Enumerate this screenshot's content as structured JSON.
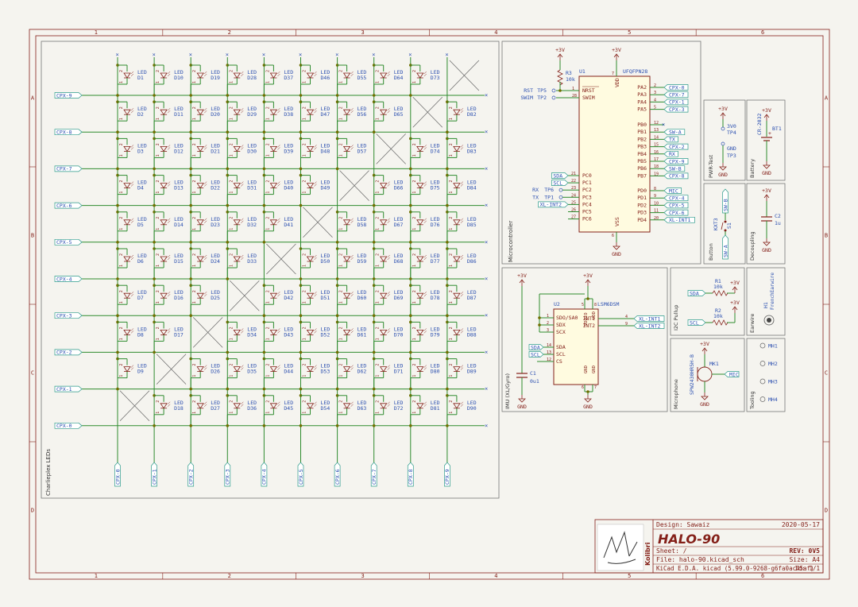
{
  "colors": {
    "border": "#842019",
    "wire": "#2e8b2e",
    "junction": "#6f6f00",
    "component": "#842019",
    "ref": "#1a6a6a",
    "label": "#2b4fb0",
    "net": "#2b9a8a",
    "background": "#f5f4ef"
  },
  "frame": {
    "cols": [
      "1",
      "2",
      "3",
      "4",
      "5",
      "6"
    ],
    "rows": [
      "A",
      "B",
      "C",
      "D"
    ]
  },
  "led_matrix": {
    "title": "Charlieplex LEDs",
    "row_nets": [
      "CPX-9",
      "CPX-8",
      "CPX-7",
      "CPX-6",
      "CPX-5",
      "CPX-4",
      "CPX-3",
      "CPX-2",
      "CPX-1",
      "CPX-0"
    ],
    "col_nets": [
      "CPX-0",
      "CPX-1",
      "CPX-2",
      "CPX-3",
      "CPX-4",
      "CPX-5",
      "CPX-6",
      "CPX-7",
      "CPX-8",
      "CPX-9"
    ],
    "led_value": "LED",
    "refs": [
      [
        "D1",
        "D10",
        "D19",
        "D28",
        "D37",
        "D46",
        "D55",
        "D64",
        "D73",
        ""
      ],
      [
        "D2",
        "D11",
        "D20",
        "D29",
        "D38",
        "D47",
        "D56",
        "D65",
        "",
        "D82"
      ],
      [
        "D3",
        "D12",
        "D21",
        "D30",
        "D39",
        "D48",
        "D57",
        "",
        "D74",
        "D83"
      ],
      [
        "D4",
        "D13",
        "D22",
        "D31",
        "D40",
        "D49",
        "",
        "D66",
        "D75",
        "D84"
      ],
      [
        "D5",
        "D14",
        "D23",
        "D32",
        "D41",
        "",
        "D58",
        "D67",
        "D76",
        "D85"
      ],
      [
        "D6",
        "D15",
        "D24",
        "D33",
        "",
        "D50",
        "D59",
        "D68",
        "D77",
        "D86"
      ],
      [
        "D7",
        "D16",
        "D25",
        "",
        "D42",
        "D51",
        "D60",
        "D69",
        "D78",
        "D87"
      ],
      [
        "D8",
        "D17",
        "",
        "D34",
        "D43",
        "D52",
        "D61",
        "D70",
        "D79",
        "D88"
      ],
      [
        "D9",
        "",
        "D26",
        "D35",
        "D44",
        "D53",
        "D62",
        "D71",
        "D80",
        "D89"
      ],
      [
        "",
        "D18",
        "D27",
        "D36",
        "D45",
        "D54",
        "D63",
        "D72",
        "D81",
        "D90"
      ]
    ]
  },
  "mcu": {
    "title": "Microcontroller",
    "ref": "U1",
    "part": "UFQFPN28",
    "power": "+3V",
    "gnd": "GND",
    "r3_ref": "R3",
    "r3_val": "10k",
    "vdd": "VDD",
    "vss": "VSS",
    "left_top": [
      {
        "name": "NRST",
        "num": "1",
        "net": "RST",
        "tp": "TP5"
      },
      {
        "name": "SWIM",
        "num": "28",
        "net": "SWIM",
        "tp": "TP2"
      }
    ],
    "left_bot": [
      {
        "name": "PC0",
        "num": "21",
        "net": "SDA"
      },
      {
        "name": "PC1",
        "num": "22",
        "net": "SCL"
      },
      {
        "name": "PC2",
        "num": "23",
        "net": "RX",
        "tp": "TP6"
      },
      {
        "name": "PC3",
        "num": "24",
        "net": "TX",
        "tp": "TP1"
      },
      {
        "name": "PC4",
        "num": "25",
        "net": "XL-INT2"
      },
      {
        "name": "PC5",
        "num": "26",
        "net": ""
      },
      {
        "name": "PC6",
        "num": "27",
        "net": ""
      }
    ],
    "right_a": [
      {
        "name": "PA2",
        "num": "2",
        "net": "CPX-0"
      },
      {
        "name": "PA3",
        "num": "3",
        "net": "CPX-7"
      },
      {
        "name": "PA4",
        "num": "4",
        "net": "CPX-1"
      },
      {
        "name": "PA5",
        "num": "5",
        "net": "CPX-3"
      }
    ],
    "right_b": [
      {
        "name": "PB0",
        "num": "12",
        "net": ""
      },
      {
        "name": "PB1",
        "num": "13",
        "net": "SW-A"
      },
      {
        "name": "PB2",
        "num": "14",
        "net": "TX"
      },
      {
        "name": "PB3",
        "num": "15",
        "net": "CPX-2"
      },
      {
        "name": "PB4",
        "num": "16",
        "net": "RX"
      },
      {
        "name": "PB5",
        "num": "17",
        "net": "CPX-9"
      },
      {
        "name": "PB6",
        "num": "18",
        "net": "SW-B"
      },
      {
        "name": "PB7",
        "num": "19",
        "net": "CPX-8"
      }
    ],
    "right_d": [
      {
        "name": "PD0",
        "num": "8",
        "net": "MIC"
      },
      {
        "name": "PD1",
        "num": "9",
        "net": "CPX-4"
      },
      {
        "name": "PD2",
        "num": "10",
        "net": "CPX-5"
      },
      {
        "name": "PD3",
        "num": "11",
        "net": "CPX-6"
      },
      {
        "name": "PD4",
        "num": "20",
        "net": "XL-INT1"
      }
    ],
    "vdd_pin": "7",
    "vss_pin": "6"
  },
  "pwr_test": {
    "title": "PWR-Test",
    "power": "+3V",
    "tp4_val": "3V0",
    "tp4_ref": "TP4",
    "tp3_val": "GND",
    "tp3_ref": "TP3",
    "gnd": "GND"
  },
  "battery": {
    "title": "Battery",
    "part": "CR-2032",
    "ref": "BT1",
    "power": "+3V",
    "gnd": "GND"
  },
  "button": {
    "title": "Button",
    "net_top": "SW-B",
    "net_bot": "SW-A",
    "ref": "S1",
    "part": "KXT3"
  },
  "decoupling": {
    "title": "Decoupling",
    "power": "+3V",
    "ref": "C2",
    "val": "1u",
    "gnd": "GND"
  },
  "imu": {
    "title": "IMU (XL/Gyro)",
    "ref": "U2",
    "part": "LSM6DSM",
    "power": "+3V",
    "gnd": "GND",
    "pins_left": [
      {
        "name": "SDO/SA0",
        "num": "1"
      },
      {
        "name": "SDX",
        "num": "2"
      },
      {
        "name": "SCX",
        "num": "3"
      },
      {
        "name": "SDA",
        "num": "14",
        "net": "SDA"
      },
      {
        "name": "SCL",
        "num": "13",
        "net": "SCL"
      },
      {
        "name": "CS",
        "num": "12"
      }
    ],
    "pins_right": [
      {
        "name": "INT1",
        "num": "4",
        "net": "XL-INT1"
      },
      {
        "name": "INT2",
        "num": "9",
        "net": "XL-INT2"
      }
    ],
    "vddio": "VDDIO",
    "vdd": "VDD",
    "gnd_a": "GND",
    "gnd_b": "GND",
    "pin5": "5",
    "pin8": "8",
    "pin6": "6",
    "pin7": "7",
    "c1_ref": "C1",
    "c1_val": "0u1"
  },
  "i2c": {
    "title": "I2C Pullup",
    "power": "+3V",
    "r1_ref": "R1",
    "r1_val": "10k",
    "r2_ref": "R2",
    "r2_val": "10k",
    "net_sda": "SDA",
    "net_scl": "SCL"
  },
  "earwire": {
    "title": "Earwire",
    "ref": "H1",
    "part": "FrenchEarwire"
  },
  "microphone": {
    "title": "Microphone",
    "ref": "MK1",
    "part": "SPW2430HR5H-B",
    "power": "+3V",
    "net": "MIC",
    "gnd": "GND"
  },
  "tooling": {
    "title": "Tooling",
    "holes": [
      "MH1",
      "MH2",
      "MH3",
      "MH4"
    ]
  },
  "title_block": {
    "design": "Design: Sawaiz",
    "date": "2020-05-17",
    "title": "HALO-90",
    "sheet": "Sheet: /",
    "file": "File: halo-90.kicad_sch",
    "rev": "REV: 0V5",
    "size": "Size: A4",
    "tool": "KiCad E.D.A.  kicad (5.99.0-9268-g6fa0ac45af)",
    "id": "Id: 1/1",
    "logo_text": "Kolibri"
  }
}
